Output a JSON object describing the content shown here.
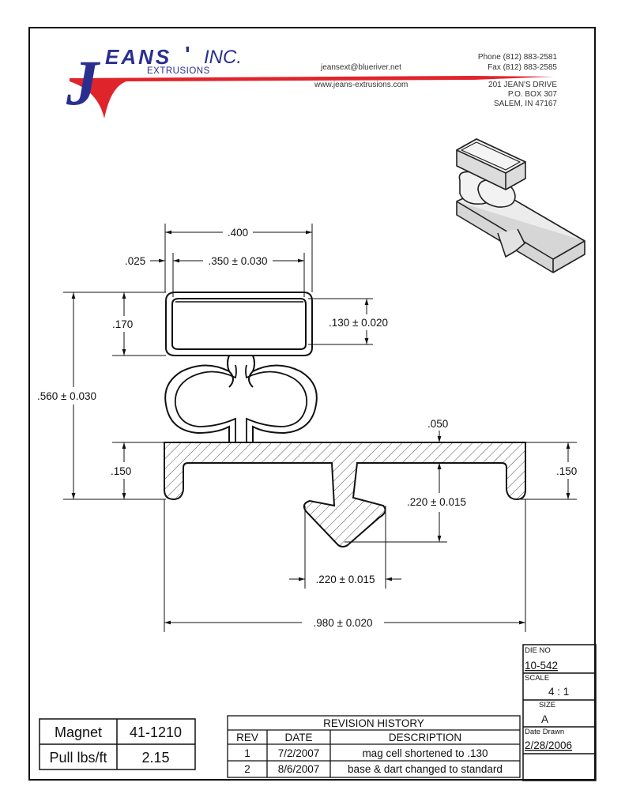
{
  "company": {
    "name_main": "EANS",
    "name_apostrophe": "'",
    "name_inc": "INC.",
    "name_sub": "EXTRUSIONS",
    "logo_letter": "J",
    "email": "jeansext@blueriver.net",
    "website": "www.jeans-extrusions.com",
    "phone": "Phone (812) 883-2581",
    "fax": "Fax (812) 883-2585",
    "address1": "201 JEAN'S DRIVE",
    "address2": "P.O. BOX 307",
    "address3": "SALEM, IN 47167",
    "brand_color": "#e0242b",
    "logo_color": "#2a2f8f"
  },
  "dimensions": {
    "d400": ".400",
    "d025": ".025",
    "d350": ".350 ± 0.030",
    "d170": ".170",
    "d130": ".130 ± 0.020",
    "d560": ".560 ± 0.030",
    "d050": ".050",
    "d150_left": ".150",
    "d150_right": ".150",
    "d220_vert": ".220 ± 0.015",
    "d220_horiz": ".220 ± 0.015",
    "d980": ".980 ± 0.020"
  },
  "title_block": {
    "die_no_label": "DIE NO",
    "die_no": "10-542",
    "scale_label": "SCALE",
    "scale": "4 : 1",
    "size_label": "SIZE",
    "size": "A",
    "date_drawn_label": "Date Drawn",
    "date_drawn": "2/28/2006"
  },
  "spec_table": {
    "rows": [
      {
        "label": "Magnet",
        "value": "41-1210"
      },
      {
        "label": "Pull lbs/ft",
        "value": "2.15"
      }
    ]
  },
  "revision_history": {
    "title": "REVISION HISTORY",
    "headers": [
      "REV",
      "DATE",
      "DESCRIPTION"
    ],
    "rows": [
      {
        "rev": "1",
        "date": "7/2/2007",
        "description": "mag cell shortened to .130"
      },
      {
        "rev": "2",
        "date": "8/6/2007",
        "description": "base & dart changed to standard"
      }
    ]
  }
}
